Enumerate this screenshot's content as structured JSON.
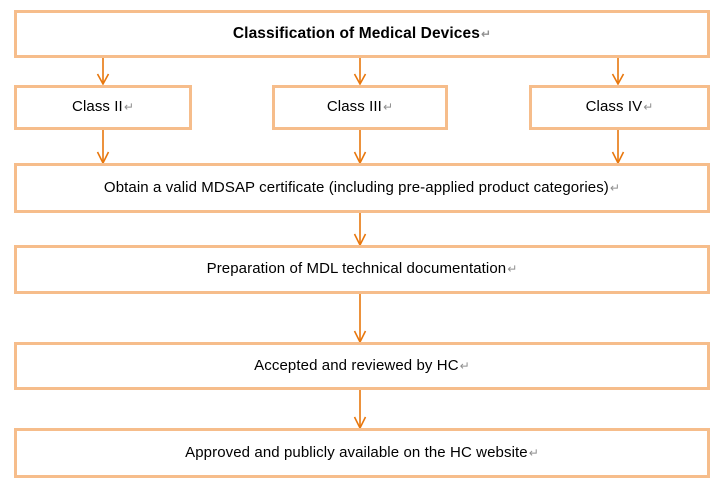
{
  "diagram": {
    "title": "Classification of Medical Devices",
    "accent_border_color": "#f6bd8b",
    "arrow_color": "#e8770d",
    "background_color": "#ffffff",
    "text_color": "#000000",
    "pilcrow_color": "#8f8f8f",
    "pilcrow_glyph": "↵",
    "nodes": [
      {
        "id": "classification",
        "label": "Classification of Medical Devices"
      },
      {
        "id": "class-2",
        "label": "Class II"
      },
      {
        "id": "class-3",
        "label": "Class III"
      },
      {
        "id": "class-4",
        "label": "Class IV"
      },
      {
        "id": "mdsap",
        "label": "Obtain a valid MDSAP certificate (including pre-applied product categories)"
      },
      {
        "id": "mdl-prep",
        "label": "Preparation of MDL technical documentation"
      },
      {
        "id": "hc-review",
        "label": "Accepted and reviewed by HC"
      },
      {
        "id": "hc-approved",
        "label": "Approved and publicly available on the HC website"
      }
    ],
    "edges": [
      {
        "from": "classification",
        "to": "class-2"
      },
      {
        "from": "classification",
        "to": "class-3"
      },
      {
        "from": "classification",
        "to": "class-4"
      },
      {
        "from": "class-2",
        "to": "mdsap"
      },
      {
        "from": "class-3",
        "to": "mdsap"
      },
      {
        "from": "class-4",
        "to": "mdsap"
      },
      {
        "from": "mdsap",
        "to": "mdl-prep"
      },
      {
        "from": "mdl-prep",
        "to": "hc-review"
      },
      {
        "from": "hc-review",
        "to": "hc-approved"
      }
    ]
  }
}
